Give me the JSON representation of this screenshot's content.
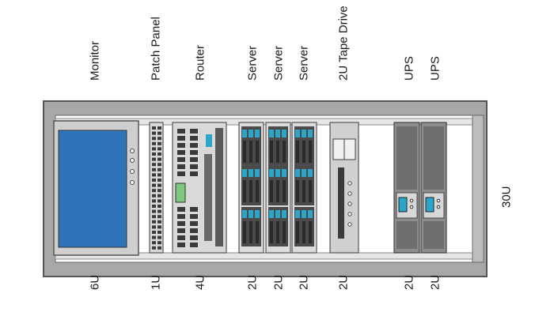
{
  "rack": {
    "total_units": "30U",
    "devices": [
      {
        "name": "Monitor",
        "units": "6U",
        "kind": "monitor"
      },
      {
        "name": "Patch Panel",
        "units": "1U",
        "kind": "patch"
      },
      {
        "name": "Router",
        "units": "4U",
        "kind": "router"
      },
      {
        "name": "Server",
        "units": "2U",
        "kind": "server"
      },
      {
        "name": "Server",
        "units": "2U",
        "kind": "server"
      },
      {
        "name": "Server",
        "units": "2U",
        "kind": "server"
      },
      {
        "name": "2U Tape Drive",
        "units": "2U",
        "kind": "tape"
      },
      {
        "name": "UPS",
        "units": "2U",
        "kind": "ups"
      },
      {
        "name": "UPS",
        "units": "2U",
        "kind": "ups"
      }
    ]
  },
  "colors": {
    "frame": "#a7a7a7",
    "frame_edge": "#555555",
    "rail": "#e6e6e6",
    "screen": "#2f73b8",
    "device_dark": "#3a3a3a",
    "port_accent": "#2ca6c8",
    "led_green": "#7fc97f"
  }
}
